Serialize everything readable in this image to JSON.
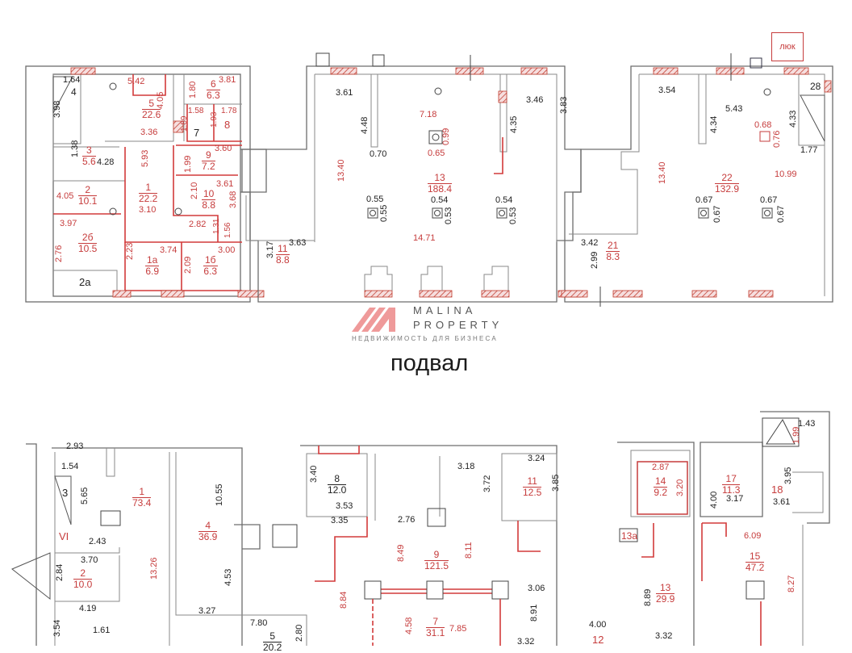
{
  "logo": {
    "line1": "MALINA",
    "line2": "PROPERTY",
    "tagline": "НЕДВИЖИМОСТЬ ДЛЯ БИЗНЕСА",
    "accent_color": "#e57373"
  },
  "floor_title": "подвал",
  "hatch_label": "люк",
  "colors": {
    "wall": "#6d6d6d",
    "room_label": "#c63c3c",
    "dimension": "#222222"
  },
  "basement": {
    "rooms": [
      {
        "num": "5",
        "area": "22.6"
      },
      {
        "num": "6",
        "area": "6.3"
      },
      {
        "num": "7",
        "area": ""
      },
      {
        "num": "8",
        "area": ""
      },
      {
        "num": "3",
        "area": "5.6"
      },
      {
        "num": "9",
        "area": "7.2"
      },
      {
        "num": "2",
        "area": "10.1"
      },
      {
        "num": "1",
        "area": "22.2"
      },
      {
        "num": "10",
        "area": "8.8"
      },
      {
        "num": "2б",
        "area": "10.5"
      },
      {
        "num": "1а",
        "area": "6.9"
      },
      {
        "num": "1б",
        "area": "6.3"
      },
      {
        "num": "2а",
        "area": ""
      },
      {
        "num": "4",
        "area": ""
      },
      {
        "num": "11",
        "area": "8.8"
      },
      {
        "num": "13",
        "area": "188.4"
      },
      {
        "num": "21",
        "area": "8.3"
      },
      {
        "num": "22",
        "area": "132.9"
      },
      {
        "num": "28",
        "area": ""
      }
    ],
    "dimensions": {
      "d164": "1.64",
      "d398": "3.98",
      "d542": "5.42",
      "d405a": "4.05",
      "d180": "1.80",
      "d381": "3.81",
      "d158": "1.58",
      "d178": "1.78",
      "d189": "1.89",
      "d193": "1.93",
      "d336": "3.36",
      "d138": "1.38",
      "d428": "4.28",
      "d593": "5.93",
      "d360": "3.60",
      "d199": "1.99",
      "d405": "4.05",
      "d361": "3.61",
      "d210": "2.10",
      "d368": "3.68",
      "d310": "3.10",
      "d397": "3.97",
      "d282": "2.82",
      "d131": "1.31",
      "d156": "1.56",
      "d276": "2.76",
      "d223": "2.23",
      "d374": "3.74",
      "d209": "2.09",
      "d300": "3.00",
      "d317": "3.17",
      "d363": "3.63",
      "d361b": "3.61",
      "d448": "4.48",
      "d070": "0.70",
      "d1340": "13.40",
      "d718": "7.18",
      "d099": "0.99",
      "d065": "0.65",
      "d346": "3.46",
      "d435": "4.35",
      "d383": "3.83",
      "d055a": "0.55",
      "d055b": "0.55",
      "d054a": "0.54",
      "d053a": "0.53",
      "d054b": "0.54",
      "d053b": "0.53",
      "d1471": "14.71",
      "d354": "3.54",
      "d543": "5.43",
      "d434": "4.34",
      "d433": "4.33",
      "d068": "0.68",
      "d076": "0.76",
      "d177": "1.77",
      "d1340b": "13.40",
      "d1099": "10.99",
      "d067a": "0.67",
      "d067b": "0.67",
      "d067c": "0.67",
      "d067d": "0.67",
      "d342": "3.42",
      "d299": "2.99"
    }
  },
  "ground_floor": {
    "rooms": [
      {
        "num": "1",
        "area": "73.4"
      },
      {
        "num": "3",
        "area": ""
      },
      {
        "num": "VI",
        "area": ""
      },
      {
        "num": "2",
        "area": "10.0"
      },
      {
        "num": "4",
        "area": "36.9"
      },
      {
        "num": "5",
        "area": "20.2"
      },
      {
        "num": "8",
        "area": "12.0"
      },
      {
        "num": "9",
        "area": "121.5"
      },
      {
        "num": "11",
        "area": "12.5"
      },
      {
        "num": "7",
        "area": "31.1"
      },
      {
        "num": "14",
        "area": "9.2"
      },
      {
        "num": "17",
        "area": "11.3"
      },
      {
        "num": "18",
        "area": ""
      },
      {
        "num": "13а",
        "area": ""
      },
      {
        "num": "15",
        "area": "47.2"
      },
      {
        "num": "13",
        "area": "29.9"
      },
      {
        "num": "12",
        "area": ""
      }
    ],
    "dimensions": {
      "g293": "2.93",
      "g154": "1.54",
      "g565": "5.65",
      "g243": "2.43",
      "g370": "3.70",
      "g284": "2.84",
      "g1326": "13.26",
      "g419": "4.19",
      "g354": "3.54",
      "g161": "1.61",
      "g1055": "10.55",
      "g453": "4.53",
      "g327": "3.27",
      "g780": "7.80",
      "g280": "2.80",
      "g340": "3.40",
      "g353": "3.53",
      "g335": "3.35",
      "g276": "2.76",
      "g318": "3.18",
      "g372": "3.72",
      "g324": "3.24",
      "g385": "3.85",
      "g849": "8.49",
      "g811": "8.11",
      "g884": "8.84",
      "g458": "4.58",
      "g785": "7.85",
      "g306": "3.06",
      "g891": "8.91",
      "g332": "3.32",
      "g287": "2.87",
      "g320": "3.20",
      "g400": "4.00",
      "g317": "3.17",
      "g143": "1.43",
      "g199": "1.99",
      "g395": "3.95",
      "g361": "3.61",
      "g609": "6.09",
      "g827": "8.27",
      "g889": "8.89",
      "g332b": "3.32",
      "g400b": "4.00"
    }
  }
}
